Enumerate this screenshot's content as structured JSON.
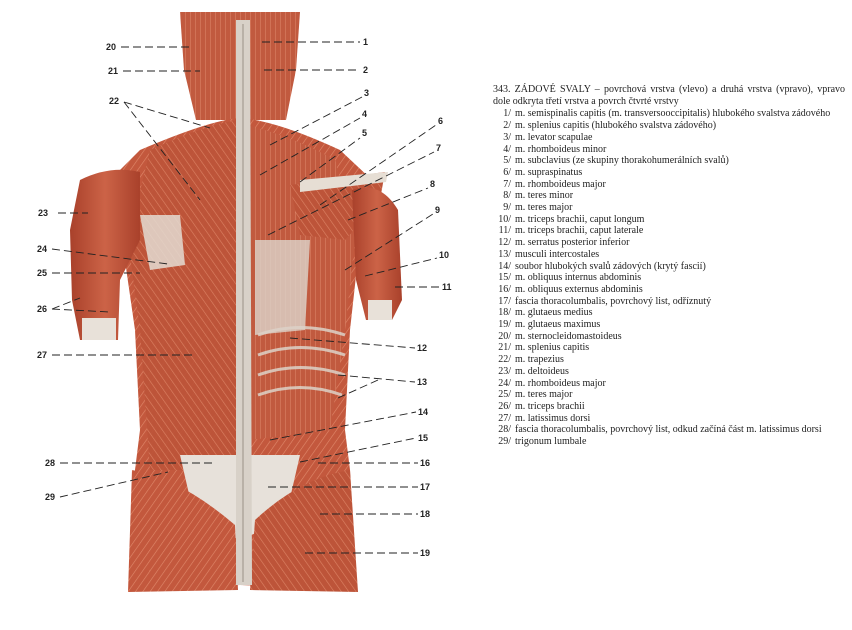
{
  "caption": {
    "number": "343.",
    "heading": "ZÁDOVÉ SVALY",
    "description": "– povrchová vrstva (vlevo) a druhá vrstva (vpravo), vpravo dole odkryta třetí vrstva a povrch čtvrté vrstvy"
  },
  "legend": [
    {
      "num": "1/",
      "text": "m. semispinalis capitis (m. transversooccipitalis) hlubokého svalstva zádového"
    },
    {
      "num": "2/",
      "text": "m. splenius capitis (hlubokého svalstva zádového)"
    },
    {
      "num": "3/",
      "text": "m. levator scapulae"
    },
    {
      "num": "4/",
      "text": "m. rhomboideus minor"
    },
    {
      "num": "5/",
      "text": "m. subclavius (ze skupiny thorakohumerálních svalů)"
    },
    {
      "num": "6/",
      "text": "m. supraspinatus"
    },
    {
      "num": "7/",
      "text": "m. rhomboideus major"
    },
    {
      "num": "8/",
      "text": "m. teres minor"
    },
    {
      "num": "9/",
      "text": "m. teres major"
    },
    {
      "num": "10/",
      "text": "m. triceps brachii, caput longum"
    },
    {
      "num": "11/",
      "text": "m. triceps brachii, caput laterale"
    },
    {
      "num": "12/",
      "text": "m. serratus posterior inferior"
    },
    {
      "num": "13/",
      "text": "musculi intercostales"
    },
    {
      "num": "14/",
      "text": "soubor hlubokých svalů zádových (krytý fascií)"
    },
    {
      "num": "15/",
      "text": "m. obliquus internus abdominis"
    },
    {
      "num": "16/",
      "text": "m. obliquus externus abdominis"
    },
    {
      "num": "17/",
      "text": "fascia thoracolumbalis, povrchový list, odříznutý"
    },
    {
      "num": "18/",
      "text": "m. glutaeus medius"
    },
    {
      "num": "19/",
      "text": "m. glutaeus maximus"
    },
    {
      "num": "20/",
      "text": "m. sternocleidomastoideus"
    },
    {
      "num": "21/",
      "text": "m. splenius capitis"
    },
    {
      "num": "22/",
      "text": "m. trapezius"
    },
    {
      "num": "23/",
      "text": "m. deltoideus"
    },
    {
      "num": "24/",
      "text": "m. rhomboideus major"
    },
    {
      "num": "25/",
      "text": "m. teres major"
    },
    {
      "num": "26/",
      "text": "m. triceps brachii"
    },
    {
      "num": "27/",
      "text": "m. latissimus dorsi"
    },
    {
      "num": "28/",
      "text": "fascia thoracolumbalis, povrchový list, odkud začíná část m. latissimus dorsi"
    },
    {
      "num": "29/",
      "text": "trigonum lumbale"
    }
  ],
  "callouts": {
    "c1": "1",
    "c2": "2",
    "c3": "3",
    "c4": "4",
    "c5": "5",
    "c6": "6",
    "c7": "7",
    "c8": "8",
    "c9": "9",
    "c10": "10",
    "c11": "11",
    "c12": "12",
    "c13": "13",
    "c14": "14",
    "c15": "15",
    "c16": "16",
    "c17": "17",
    "c18": "18",
    "c19": "19",
    "c20": "20",
    "c21": "21",
    "c22": "22",
    "c23": "23",
    "c24": "24",
    "c25": "25",
    "c26": "26",
    "c27": "27",
    "c28": "28",
    "c29": "29"
  },
  "colors": {
    "muscle": "#c0553b",
    "muscle_dark": "#9a3a26",
    "muscle_light": "#d77a5e",
    "fascia": "#e3ddd6",
    "spine": "#cfc9c2",
    "leader": "#222222"
  }
}
